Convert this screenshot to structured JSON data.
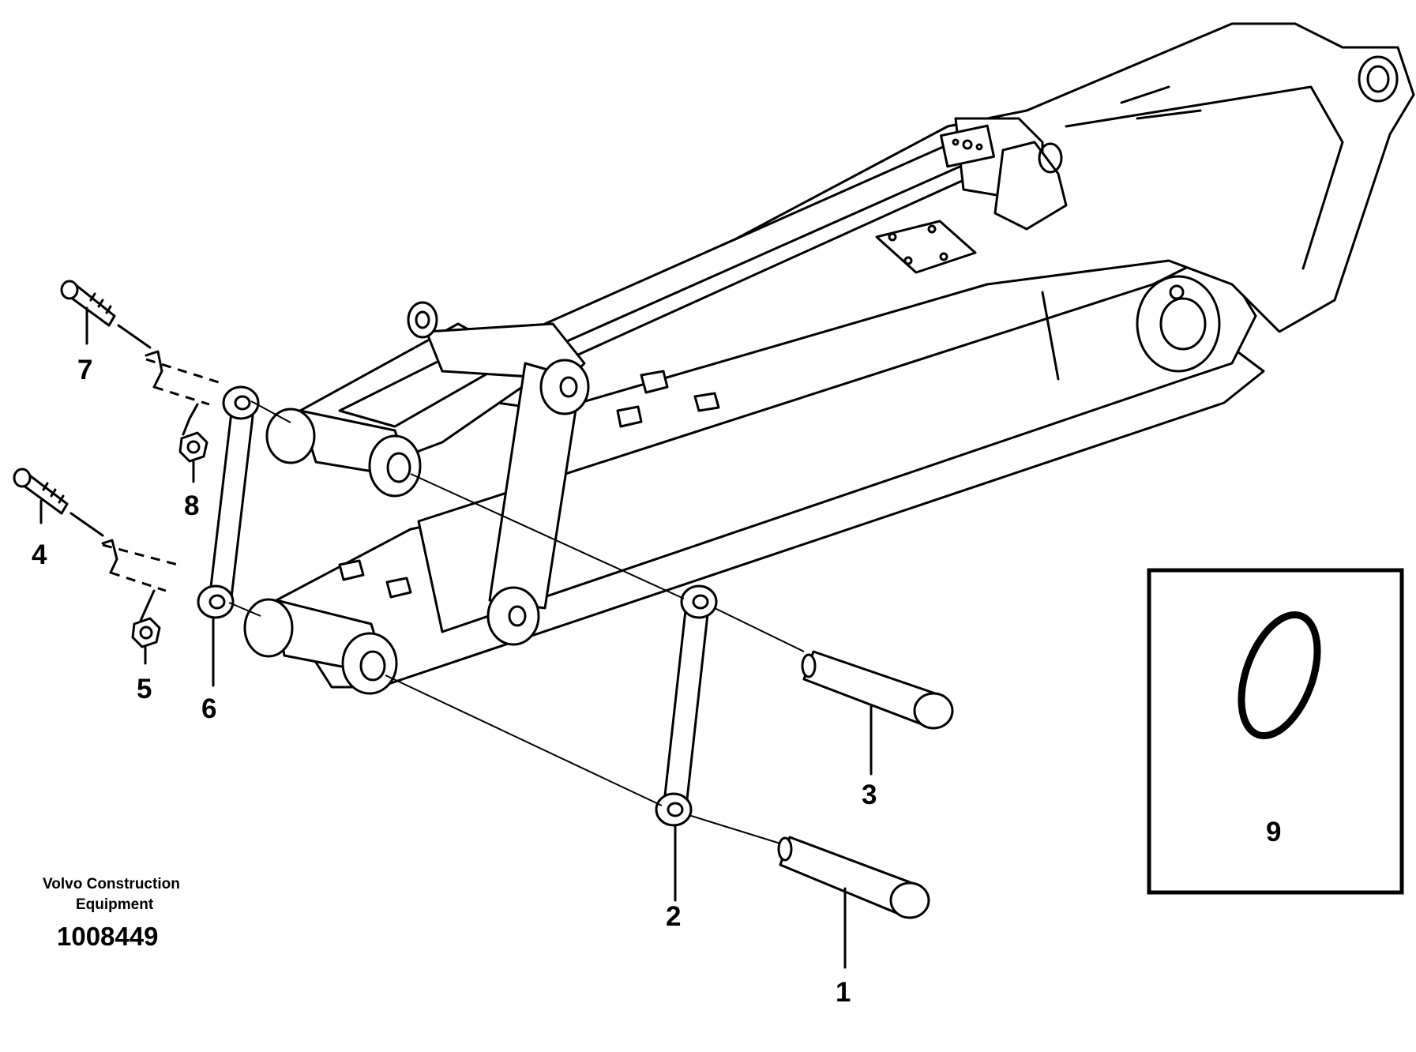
{
  "callouts": [
    {
      "id": "1",
      "label": "1"
    },
    {
      "id": "2",
      "label": "2"
    },
    {
      "id": "3",
      "label": "3"
    },
    {
      "id": "4",
      "label": "4"
    },
    {
      "id": "5",
      "label": "5"
    },
    {
      "id": "6",
      "label": "6"
    },
    {
      "id": "7",
      "label": "7"
    },
    {
      "id": "8",
      "label": "8"
    },
    {
      "id": "9",
      "label": "9"
    }
  ],
  "footer": {
    "maker_line1": "Volvo Construction",
    "maker_line2": "Equipment",
    "part_number": "1008449"
  }
}
